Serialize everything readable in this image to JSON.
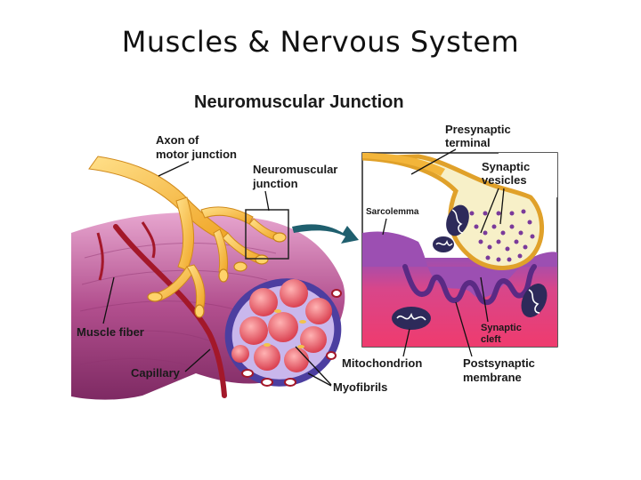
{
  "slide": {
    "title": "Muscles & Nervous System"
  },
  "diagram": {
    "heading": "Neuromuscular Junction",
    "labels": {
      "axon_1": "Axon of",
      "axon_2": "motor junction",
      "nmj_1": "Neuromuscular",
      "nmj_2": "junction",
      "muscle_fiber": "Muscle fiber",
      "capillary": "Capillary",
      "myofibrils": "Myofibrils",
      "mitochondrion": "Mitochondrion",
      "presynaptic_1": "Presynaptic",
      "presynaptic_2": "terminal",
      "vesicles_1": "Synaptic",
      "vesicles_2": "vesicles",
      "sarcolemma": "Sarcolemma",
      "cleft_1": "Synaptic",
      "cleft_2": "cleft",
      "postsynaptic_1": "Postsynaptic",
      "postsynaptic_2": "membrane"
    },
    "colors": {
      "muscle": "#a8407f",
      "muscle_light": "#d98bbb",
      "nerve": "#f2b233",
      "nerve_light": "#ffd97a",
      "capillary": "#a3182a",
      "myofibril": "#e8505a",
      "arrow": "#1f5f6e",
      "sarcoplasm": "#e23f74",
      "membrane": "#7a3a9a"
    }
  }
}
